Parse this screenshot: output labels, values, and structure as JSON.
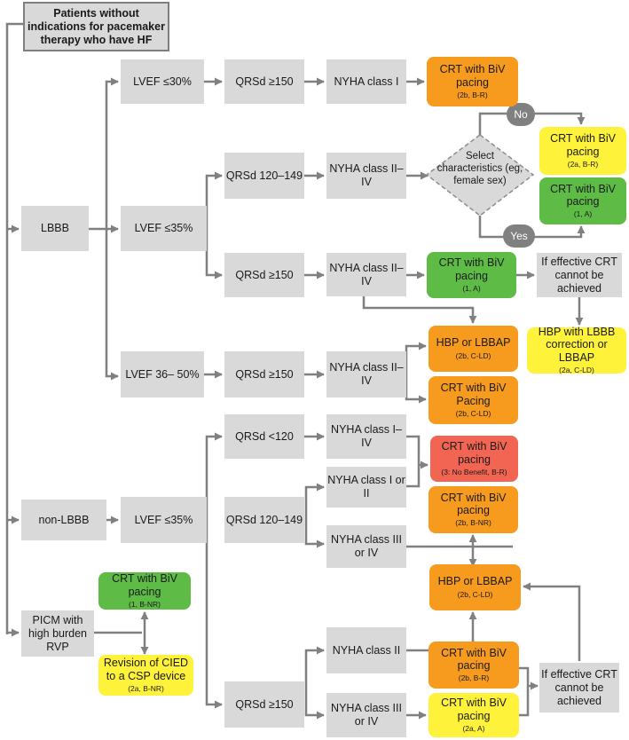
{
  "root": "Patients without indications for pacemaker therapy who have HF",
  "nodes": {
    "lbbb": "LBBB",
    "lvef_le30": "LVEF ≤30%",
    "qrs150_a": "QRSd ≥150",
    "nyha1_a": "NYHA class I",
    "rec1": {
      "main": "CRT with BiV pacing",
      "cls": "(2b, B-R)"
    },
    "lvef_le35_a": "LVEF ≤35%",
    "qrs120_149_a": "QRSd 120–149",
    "nyha2_4_a": "NYHA class II– IV",
    "diamond": "Select characteristics (eg, female sex)",
    "no_label": "No",
    "yes_label": "Yes",
    "rec2": {
      "main": "CRT with BiV pacing",
      "cls": "(2a, B-R)"
    },
    "rec3": {
      "main": "CRT with BiV pacing",
      "cls": "(1, A)"
    },
    "qrs150_b": "QRSd ≥150",
    "nyha2_4_b": "NYHA class II– IV",
    "rec4": {
      "main": "CRT with BiV pacing",
      "cls": "(1, A)"
    },
    "ifeff_a": "If effective CRT cannot be achieved",
    "rec5": {
      "main": "HBP with LBBB correction or LBBAP",
      "cls": "(2a, C-LD)"
    },
    "lvef_36_50": "LVEF 36– 50%",
    "qrs150_c": "QRSd ≥150",
    "nyha2_4_c": "NYHA class II– IV",
    "rec6": {
      "main": "HBP or LBBAP",
      "cls": "(2b, C-LD)"
    },
    "rec7": {
      "main": "CRT with BiV Pacing",
      "cls": "(2b, C-LD)"
    },
    "nonlbbb": "non-LBBB",
    "lvef_le35_b": "LVEF ≤35%",
    "qrs_lt120": "QRSd <120",
    "nyha1_4": "NYHA class I– IV",
    "rec8": {
      "main": "CRT with BiV pacing",
      "cls": "(3: No Benefit, B-R)"
    },
    "qrs120_149_b": "QRSd 120–149",
    "nyha1or2": "NYHA class I or II",
    "rec9": {
      "main": "CRT with BiV pacing",
      "cls": "(2b, B-NR)"
    },
    "nyha3or4_a": "NYHA class III or IV",
    "rec10": {
      "main": "HBP or LBBAP",
      "cls": "(2b, C-LD)"
    },
    "picm": "PICM with high burden RVP",
    "rec11": {
      "main": "CRT with BiV pacing",
      "cls": "(1, B-NR)"
    },
    "rec12": {
      "main": "Revision of CIED to a CSP device",
      "cls": "(2a, B-NR)"
    },
    "qrs150_d": "QRSd ≥150",
    "nyha2_d": "NYHA class II",
    "rec13": {
      "main": "CRT with BiV pacing",
      "cls": "(2b, B-R)"
    },
    "nyha3or4_b": "NYHA class III or IV",
    "rec14": {
      "main": "CRT with BiV pacing",
      "cls": "(2a, A)"
    },
    "ifeff_b": "If effective CRT cannot be achieved"
  },
  "colors": {
    "gray_box": "#d9d9d9",
    "arrow": "#808080",
    "orange": "#f79b1e",
    "yellow": "#fff23a",
    "green": "#5dbb46",
    "red": "#f26552"
  }
}
